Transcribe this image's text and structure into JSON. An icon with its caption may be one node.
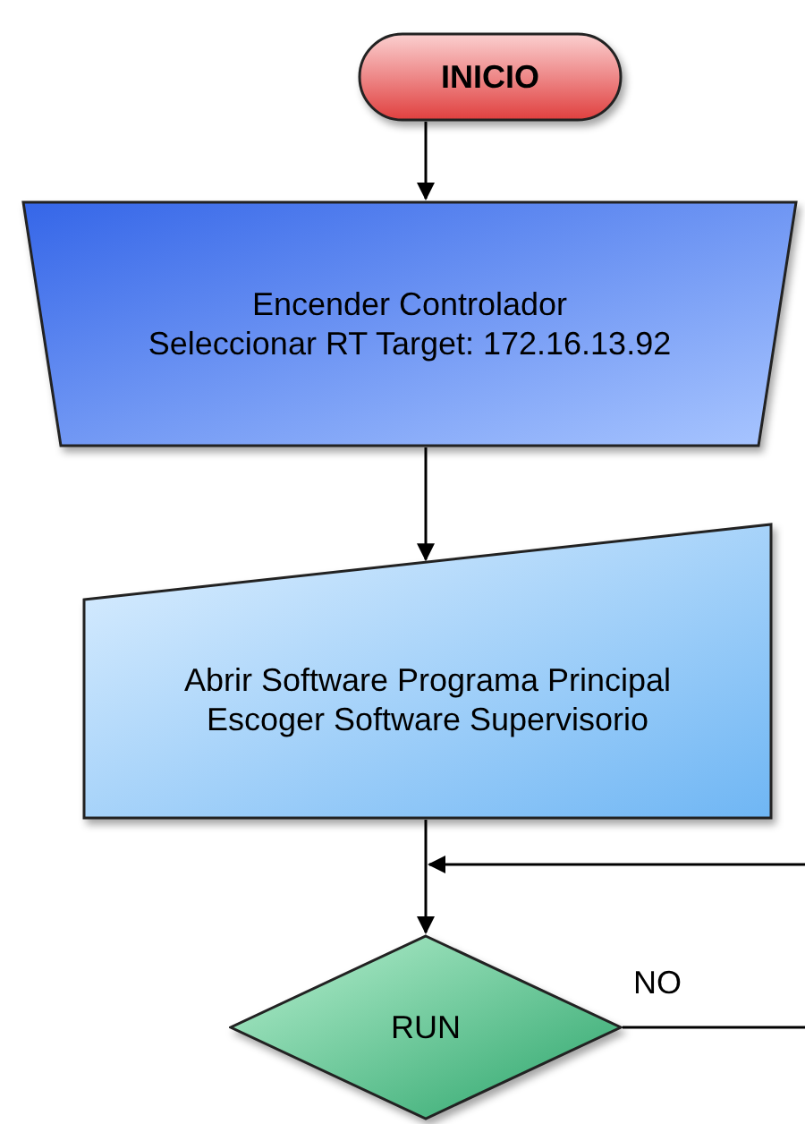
{
  "diagram": {
    "nodes": [
      {
        "text": [
          "INICIO"
        ]
      },
      {
        "text": [
          "Encender Controlador",
          "Seleccionar RT Target: 172.16.13.92"
        ]
      },
      {
        "text": [
          "Abrir Software Programa Principal Escoger Software Supervisorio"
        ]
      },
      {
        "text": [
          "RUN"
        ]
      }
    ],
    "edges": [
      {
        "from": 0,
        "to": 1,
        "arrow": "to"
      },
      {
        "from": 1,
        "to": 2,
        "arrow": "to"
      },
      {
        "from": 2,
        "to": 3,
        "arrow": "to"
      },
      {
        "from": 3,
        "to": null,
        "arrow": "none",
        "label": "NO"
      },
      {
        "from": null,
        "to": 3,
        "arrow": "to"
      }
    ]
  }
}
